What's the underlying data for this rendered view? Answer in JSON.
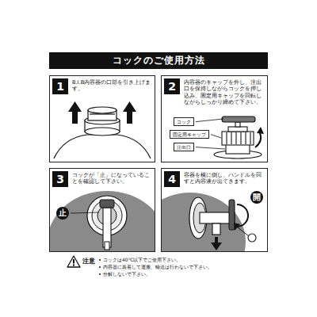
{
  "diagram": {
    "title": "コックのご使用方法",
    "nodes": [
      {
        "text": [
          "1",
          "B.I.B内容器の口部を引き上げます。"
        ]
      },
      {
        "text": [
          "2",
          "内容器のキャップを外し、注出口を保持しながらコックを押し込み、固定用キャップを回転しながらしっかり締めて下さい。"
        ]
      },
      {
        "text": [
          "コック"
        ],
        "in": 1
      },
      {
        "text": [
          "固定用キャップ"
        ],
        "in": 1
      },
      {
        "text": [
          "注出口"
        ],
        "in": 1
      },
      {
        "text": [
          "3",
          "コックが「止」になっていることを確認して下さい。"
        ]
      },
      {
        "text": [
          "止"
        ],
        "in": 5
      },
      {
        "text": [
          "4",
          "容器を横に倒し、ハンドルを回すと内容液が出てきます。"
        ]
      },
      {
        "text": [
          "開"
        ],
        "in": 7
      }
    ],
    "labels": [
      "注意",
      "コックは40℃以下でご使用下さい。",
      "内容器に装着して運搬、輸送は行わないで下さい。",
      "分解しないで下さい。"
    ]
  }
}
